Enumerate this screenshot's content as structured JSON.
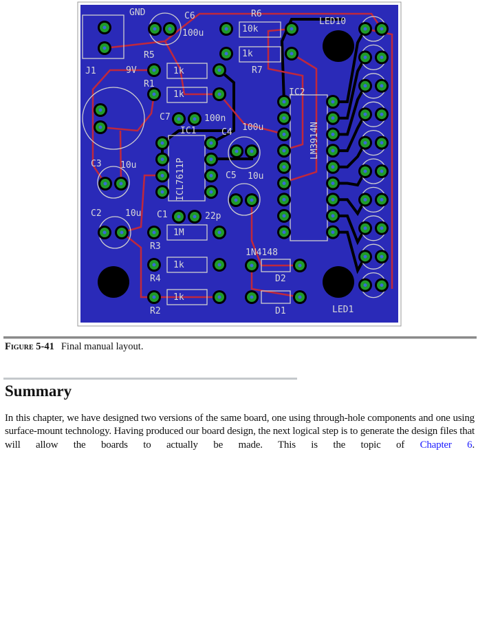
{
  "figure": {
    "pcb_labels": [
      {
        "text": "GND"
      },
      {
        "text": "C6"
      },
      {
        "text": "100u"
      },
      {
        "text": "R6"
      },
      {
        "text": "10k"
      },
      {
        "text": "1k"
      },
      {
        "text": "R7"
      },
      {
        "text": "LED10"
      },
      {
        "text": "J1"
      },
      {
        "text": "R5"
      },
      {
        "text": "9V"
      },
      {
        "text": "1k"
      },
      {
        "text": "R1"
      },
      {
        "text": "1k"
      },
      {
        "text": "C7"
      },
      {
        "text": "100n"
      },
      {
        "text": "IC1"
      },
      {
        "text": "C4"
      },
      {
        "text": "100u"
      },
      {
        "text": "IC2"
      },
      {
        "text": "C3"
      },
      {
        "text": "10u"
      },
      {
        "text": "C5"
      },
      {
        "text": "10u"
      },
      {
        "text": "C2"
      },
      {
        "text": "10u"
      },
      {
        "text": "C1"
      },
      {
        "text": "22p"
      },
      {
        "text": "1M"
      },
      {
        "text": "R3"
      },
      {
        "text": "1N4148"
      },
      {
        "text": "R4"
      },
      {
        "text": "1k"
      },
      {
        "text": "D2"
      },
      {
        "text": "1k"
      },
      {
        "text": "R2"
      },
      {
        "text": "D1"
      },
      {
        "text": "LED1"
      }
    ],
    "ic1_label": "ICL7611P",
    "ic2_label": "LM3914N",
    "caption_number": "Figure 5-41",
    "caption_text": "Final manual layout."
  },
  "section": {
    "heading": "Summary",
    "paragraph": "In this chapter, we have designed two versions of the same board, one using through-hole components and one using surface-mount technology. Having produced our board design, the next logical step is to generate the design files that will allow the boards to actually be made. This is the topic of ",
    "link": "Chapter 6",
    "after_link": "."
  },
  "colors": {
    "board": "#2a2ab8",
    "copper_top": "#c0283c",
    "pad": "#1f9a2a",
    "silk": "#d0d0d0",
    "link": "#1a1aff"
  }
}
